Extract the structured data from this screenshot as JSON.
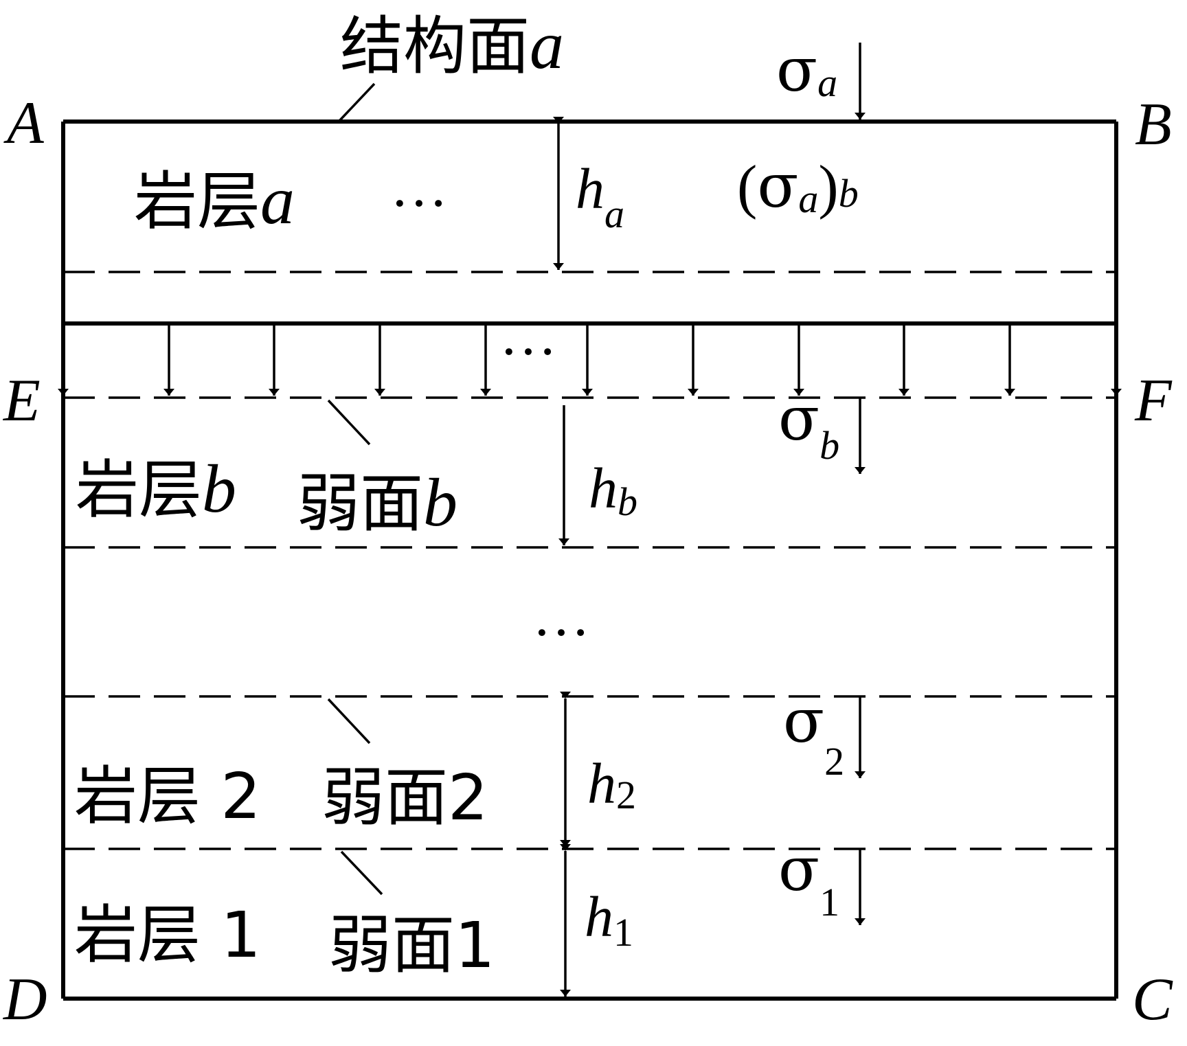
{
  "corners": {
    "A": "A",
    "B": "B",
    "C": "C",
    "D": "D",
    "E": "E",
    "F": "F"
  },
  "structural_plane": {
    "text": "结构面",
    "var": "a"
  },
  "layers": {
    "a": {
      "text": "岩层",
      "var": "a"
    },
    "b": {
      "text": "岩层",
      "var": "b"
    },
    "two": {
      "text": "岩层 2"
    },
    "one": {
      "text": "岩层 1"
    }
  },
  "weak_planes": {
    "b": {
      "text": "弱面",
      "var": "b"
    },
    "two": {
      "text": "弱面2"
    },
    "one": {
      "text": "弱面1"
    }
  },
  "stresses": {
    "sigma": "σ",
    "a_sub": "a",
    "b_sub": "b",
    "two_sub": "2",
    "one_sub": "1",
    "transfer_open": "(",
    "transfer_close": ")",
    "transfer_sub": "b"
  },
  "thickness": {
    "h": "h",
    "a_sub": "a",
    "b_sub": "b",
    "two_sub": "2",
    "one_sub": "1"
  },
  "ellipsis": "…",
  "colors": {
    "line": "#000000",
    "background": "#ffffff"
  }
}
